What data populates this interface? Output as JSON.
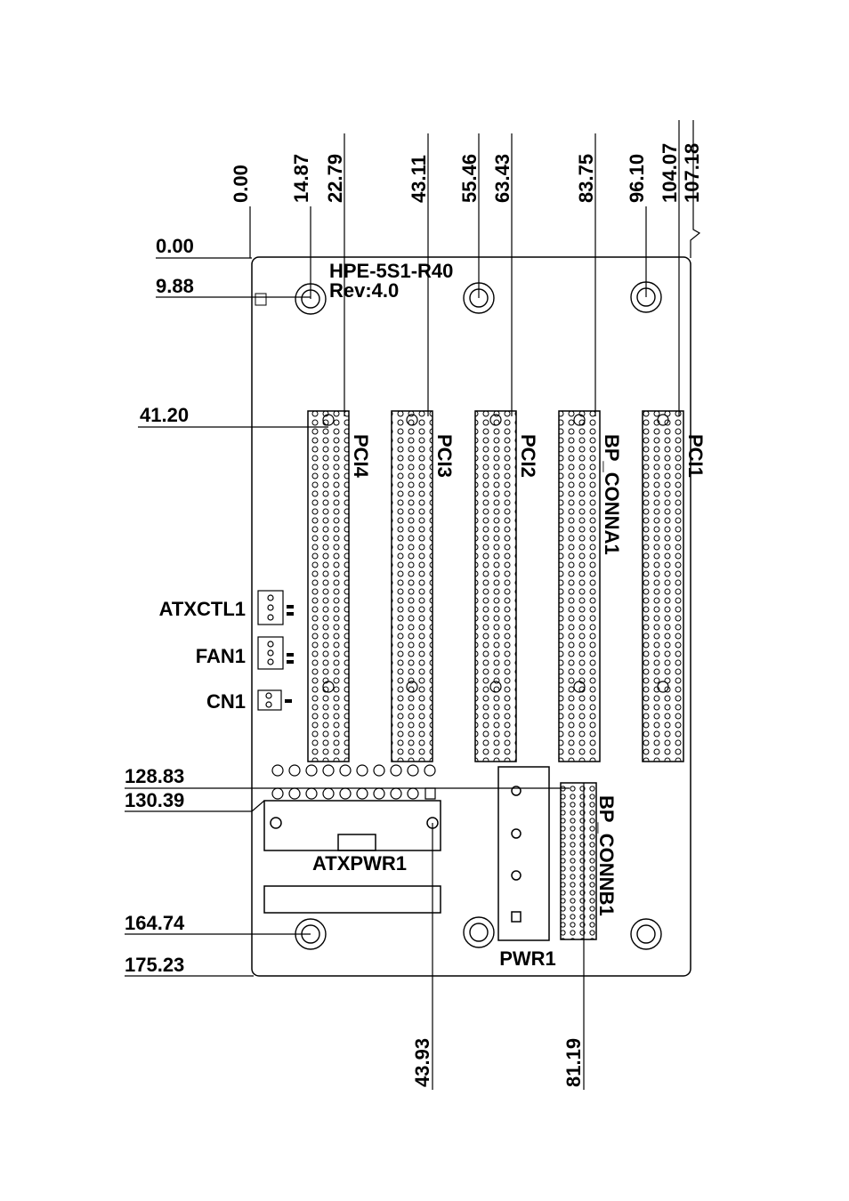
{
  "board": {
    "model": "HPE-5S1-R40",
    "revision": "Rev:4.0"
  },
  "dimensions_top": [
    "0.00",
    "14.87",
    "22.79",
    "43.11",
    "55.46",
    "63.43",
    "83.75",
    "96.10",
    "104.07",
    "107.18"
  ],
  "dimensions_left": [
    "0.00",
    "9.88",
    "41.20",
    "128.83",
    "130.39",
    "164.74",
    "175.23"
  ],
  "dimensions_bottom": [
    "43.93",
    "81.19"
  ],
  "slots": [
    "PCI4",
    "PCI3",
    "PCI2",
    "BP_CONNA1",
    "PCI1"
  ],
  "connectors": {
    "atxctl": "ATXCTL1",
    "fan": "FAN1",
    "cn": "CN1",
    "atxpwr": "ATXPWR1",
    "pwr": "PWR1",
    "bp_connb": "BP_CONNB1"
  }
}
